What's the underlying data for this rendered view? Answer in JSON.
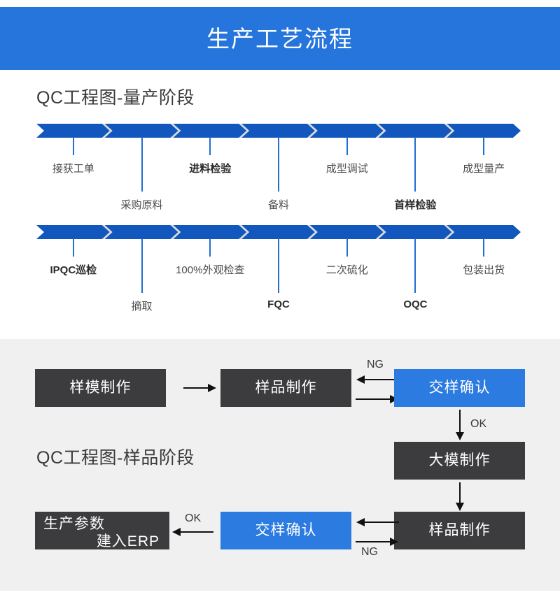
{
  "banner": {
    "title": "生产工艺流程"
  },
  "colors": {
    "brand_banner": "#2575DC",
    "chevron": "#1257BE",
    "chevron_ghost": "#dcdcdc",
    "box_dark": "#3c3c3e",
    "box_blue": "#2B7BE0",
    "panel_bg": "#f0f0f0",
    "stem": "#1f6fd0"
  },
  "mass_section": {
    "heading": "QC工程图-量产阶段",
    "rows": [
      {
        "nodes": [
          {
            "label": "接获工单",
            "placement": "top",
            "bold": false
          },
          {
            "label": "采购原料",
            "placement": "bottom",
            "bold": false
          },
          {
            "label": "进料检验",
            "placement": "top",
            "bold": true
          },
          {
            "label": "备料",
            "placement": "bottom",
            "bold": false
          },
          {
            "label": "成型调试",
            "placement": "top",
            "bold": false
          },
          {
            "label": "首样检验",
            "placement": "bottom",
            "bold": true
          },
          {
            "label": "成型量产",
            "placement": "top",
            "bold": false
          }
        ]
      },
      {
        "nodes": [
          {
            "label": "IPQC巡检",
            "placement": "top",
            "bold": true
          },
          {
            "label": "摘取",
            "placement": "bottom",
            "bold": false
          },
          {
            "label": "100%外观检查",
            "placement": "top",
            "bold": false
          },
          {
            "label": "FQC",
            "placement": "bottom",
            "bold": true
          },
          {
            "label": "二次硫化",
            "placement": "top",
            "bold": false
          },
          {
            "label": "OQC",
            "placement": "bottom",
            "bold": true
          },
          {
            "label": "包装出货",
            "placement": "top",
            "bold": false
          }
        ]
      }
    ]
  },
  "sample_section": {
    "heading": "QC工程图-样品阶段",
    "boxes": {
      "mold_sample": "样模制作",
      "sample_make_1": "样品制作",
      "confirm_1": "交样确认",
      "big_mold": "大模制作",
      "sample_make_2": "样品制作",
      "confirm_2": "交样确认",
      "erp_line1": "生产参数",
      "erp_line2": "建入ERP"
    },
    "edge_labels": {
      "ng_top": "NG",
      "ok_right": "OK",
      "ng_bottom": "NG",
      "ok_left": "OK"
    }
  }
}
